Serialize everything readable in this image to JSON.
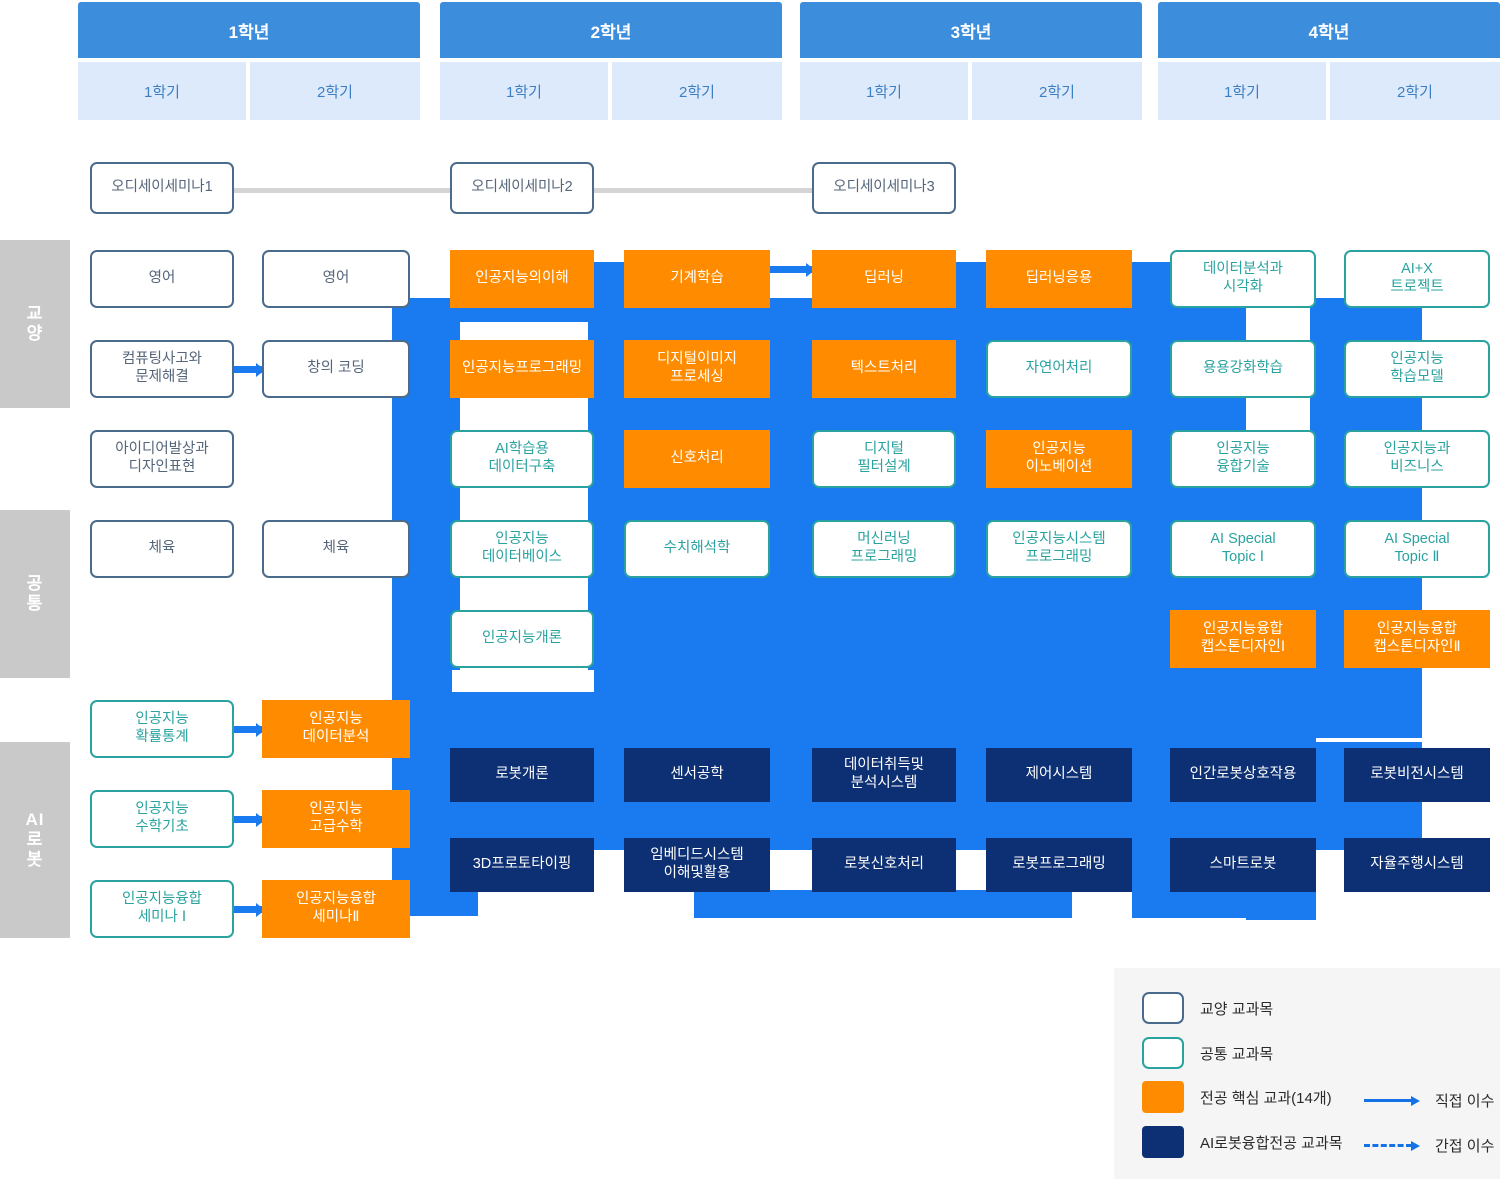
{
  "header": {
    "years": [
      {
        "label": "1학년",
        "semesters": [
          "1학기",
          "2학기"
        ]
      },
      {
        "label": "2학년",
        "semesters": [
          "1학기",
          "2학기"
        ]
      },
      {
        "label": "3학년",
        "semesters": [
          "1학기",
          "2학기"
        ]
      },
      {
        "label": "4학년",
        "semesters": [
          "1학기",
          "2학기"
        ]
      }
    ]
  },
  "categories": [
    {
      "id": "gyoyang",
      "chars": [
        "교",
        "양"
      ]
    },
    {
      "id": "gongtong",
      "chars": [
        "공",
        "통"
      ]
    },
    {
      "id": "airobot",
      "chars": [
        "AI",
        "로",
        "봇"
      ]
    }
  ],
  "odyssey": [
    {
      "label": "오디세이세미나1"
    },
    {
      "label": "오디세이세미나2"
    },
    {
      "label": "오디세이세미나3"
    }
  ],
  "courses": {
    "y1s1": [
      {
        "label": "영어",
        "type": "gyoyang"
      },
      {
        "label": "컴퓨팅사고와\n문제해결",
        "type": "gyoyang"
      },
      {
        "label": "아이디어발상과\n디자인표현",
        "type": "gyoyang"
      },
      {
        "label": "체육",
        "type": "gyoyang"
      },
      {
        "label": "인공지능\n확률통계",
        "type": "gongtong"
      },
      {
        "label": "인공지능\n수학기초",
        "type": "gongtong"
      },
      {
        "label": "인공지능융합\n세미나 Ⅰ",
        "type": "gongtong"
      }
    ],
    "y1s2": [
      {
        "label": "영어",
        "type": "gyoyang"
      },
      {
        "label": "창의 코딩",
        "type": "gyoyang"
      },
      {
        "label": "체육",
        "type": "gyoyang"
      },
      {
        "label": "인공지능\n데이터분석",
        "type": "major"
      },
      {
        "label": "인공지능\n고급수학",
        "type": "major"
      },
      {
        "label": "인공지능융합\n세미나Ⅱ",
        "type": "major"
      }
    ],
    "y2s1": [
      {
        "label": "인공지능의이해",
        "type": "major"
      },
      {
        "label": "인공지능프로그래밍",
        "type": "major"
      },
      {
        "label": "AI학습용\n데이터구축",
        "type": "gongtong"
      },
      {
        "label": "인공지능\n데이터베이스",
        "type": "gongtong"
      },
      {
        "label": "인공지능개론",
        "type": "gongtong"
      },
      {
        "label": "로봇개론",
        "type": "robot"
      },
      {
        "label": "3D프로토타이핑",
        "type": "robot"
      }
    ],
    "y2s2": [
      {
        "label": "기계학습",
        "type": "major"
      },
      {
        "label": "디지털이미지\n프로세싱",
        "type": "major"
      },
      {
        "label": "신호처리",
        "type": "major"
      },
      {
        "label": "수치해석학",
        "type": "gongtong"
      },
      {
        "label": "센서공학",
        "type": "robot"
      },
      {
        "label": "임베디드시스템\n이해및활용",
        "type": "robot"
      }
    ],
    "y3s1": [
      {
        "label": "딥러닝",
        "type": "major"
      },
      {
        "label": "텍스트처리",
        "type": "major"
      },
      {
        "label": "디지털\n필터설계",
        "type": "gongtong"
      },
      {
        "label": "머신러닝\n프로그래밍",
        "type": "gongtong"
      },
      {
        "label": "데이터취득및\n분석시스템",
        "type": "robot"
      },
      {
        "label": "로봇신호처리",
        "type": "robot"
      }
    ],
    "y3s2": [
      {
        "label": "딥러닝응용",
        "type": "major"
      },
      {
        "label": "자연어처리",
        "type": "gongtong"
      },
      {
        "label": "인공지능\n이노베이션",
        "type": "major"
      },
      {
        "label": "인공지능시스템\n프로그래밍",
        "type": "gongtong"
      },
      {
        "label": "제어시스템",
        "type": "robot"
      },
      {
        "label": "로봇프로그래밍",
        "type": "robot"
      }
    ],
    "y4s1": [
      {
        "label": "데이터분석과\n시각화",
        "type": "gongtong"
      },
      {
        "label": "용용강화학습",
        "type": "gongtong"
      },
      {
        "label": "인공지능\n융합기술",
        "type": "gongtong"
      },
      {
        "label": "AI Special\nTopic Ⅰ",
        "type": "gongtong"
      },
      {
        "label": "인공지능융합\n캡스톤디자인Ⅰ",
        "type": "major"
      },
      {
        "label": "인간로봇상호작용",
        "type": "robot"
      },
      {
        "label": "스마트로봇",
        "type": "robot"
      }
    ],
    "y4s2": [
      {
        "label": "AI+X\n트로젝트",
        "type": "gongtong"
      },
      {
        "label": "인공지능\n학습모델",
        "type": "gongtong"
      },
      {
        "label": "인공지능과\n비즈니스",
        "type": "gongtong"
      },
      {
        "label": "AI Special\nTopic Ⅱ",
        "type": "gongtong"
      },
      {
        "label": "인공지능융합\n캡스톤디자인Ⅱ",
        "type": "major"
      },
      {
        "label": "로봇비전시스템",
        "type": "robot"
      },
      {
        "label": "자율주행시스템",
        "type": "robot"
      }
    ]
  },
  "legend": {
    "items": [
      {
        "key": "gyoyang",
        "label": "교양 교과목"
      },
      {
        "key": "gongtong",
        "label": "공통 교과목"
      },
      {
        "key": "major",
        "label": "전공 핵심 교과(14개)"
      },
      {
        "key": "robot",
        "label": "AI로봇융합전공 교과목"
      }
    ],
    "arrows": [
      {
        "style": "solid",
        "label": "직접 이수"
      },
      {
        "style": "dashed",
        "label": "간접 이수"
      }
    ]
  },
  "colors": {
    "year_header": "#3d8ddd",
    "semester_header": "#ddeafb",
    "flow": "#1a7af0",
    "major": "#ff8c00",
    "robot": "#0d2f73",
    "gongtong_border": "#2aa3a0",
    "gyoyang_border": "#4a6b8a",
    "category_bar": "#c9c9c9",
    "legend_bg": "#f5f5f5"
  }
}
